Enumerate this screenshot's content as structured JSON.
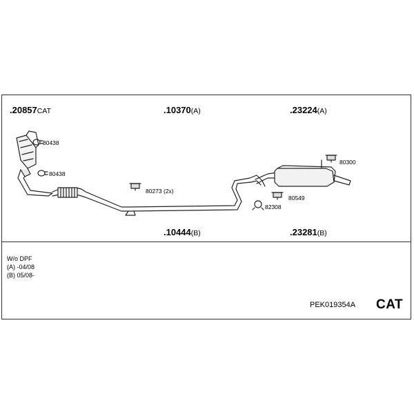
{
  "parts": {
    "p20857": {
      "number": ".20857",
      "suffix": "CAT"
    },
    "p10370": {
      "number": ".10370",
      "suffix": "(A)"
    },
    "p23224": {
      "number": ".23224",
      "suffix": "(A)"
    },
    "p10444": {
      "number": ".10444",
      "suffix": "(B)"
    },
    "p23281": {
      "number": ".23281",
      "suffix": "(B)"
    }
  },
  "accessories": {
    "a80438_top": "80438",
    "a80438_bottom": "80438",
    "a80273": "80273 (2x)",
    "a80300": "80300",
    "a80549": "80549",
    "a82308": "82308"
  },
  "notes": {
    "line1": "W/o DPF",
    "line2": "(A) -04/08",
    "line3": "(B) 05/08-"
  },
  "footer": {
    "code": "PEK019354A",
    "badge": "CAT"
  }
}
